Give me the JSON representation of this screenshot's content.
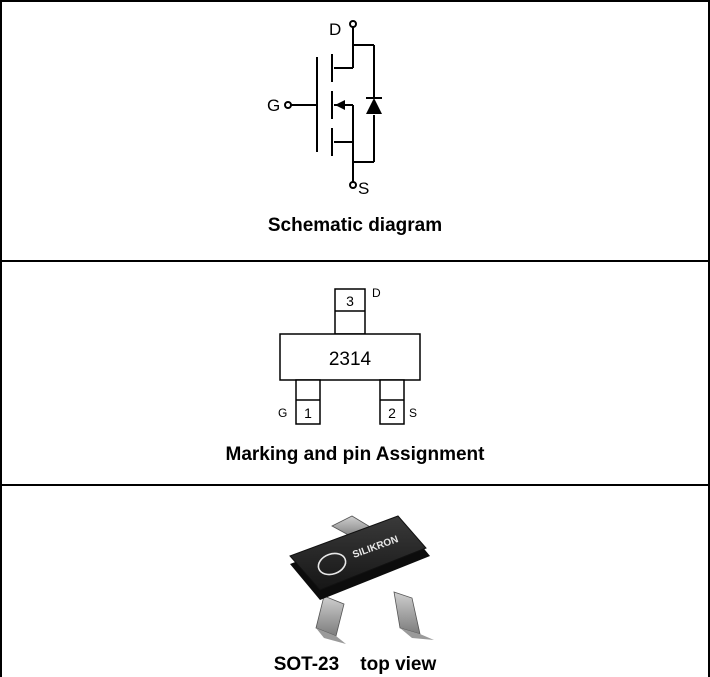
{
  "schematic": {
    "caption": "Schematic diagram",
    "labels": {
      "drain": "D",
      "gate": "G",
      "source": "S"
    }
  },
  "marking": {
    "caption": "Marking and pin Assignment",
    "marking_code": "2314",
    "pins": [
      {
        "number": "3",
        "name": "D"
      },
      {
        "number": "1",
        "name": "G"
      },
      {
        "number": "2",
        "name": "S"
      }
    ]
  },
  "package": {
    "caption": "SOT-23    top view",
    "logo_text": "SILIKRON"
  }
}
